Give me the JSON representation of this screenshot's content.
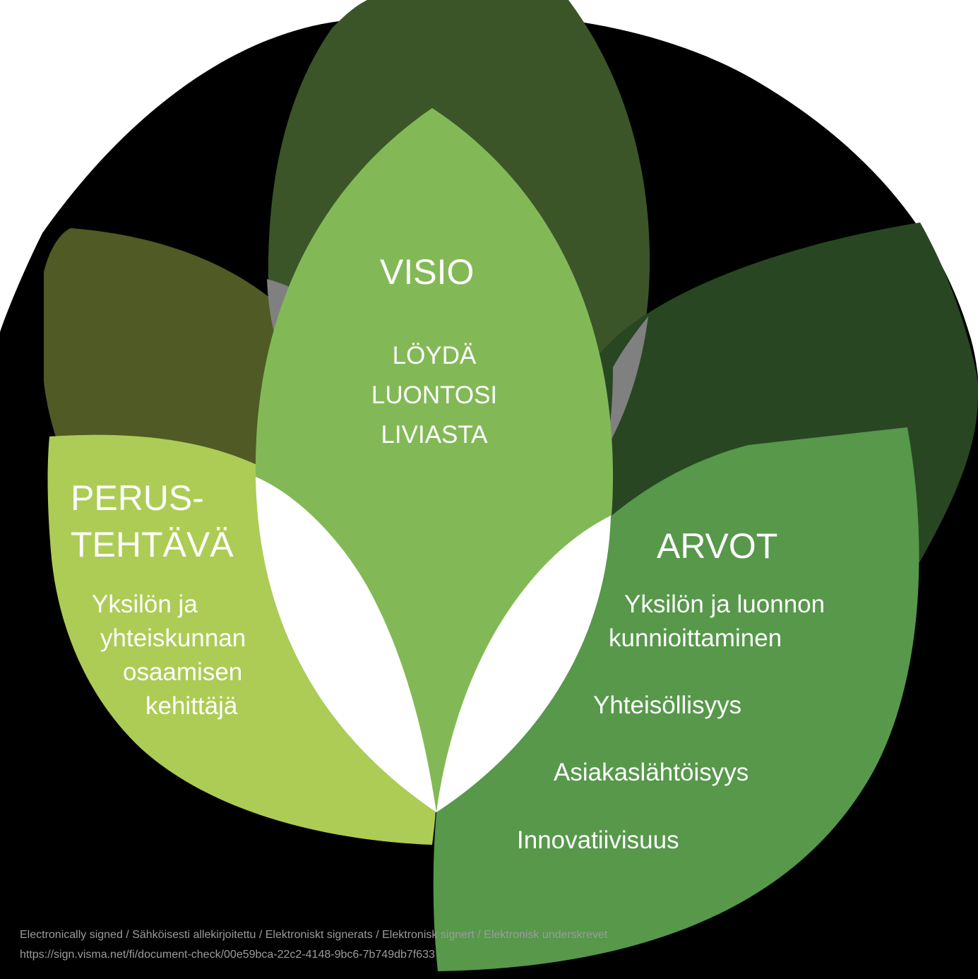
{
  "colors": {
    "background_disc": "#000000",
    "petal_back_top": "#3b5529",
    "petal_back_left": "#4f5a25",
    "petal_back_right": "#294623",
    "overlap_grey": "#808080",
    "petal_visio": "#82b956",
    "petal_perustehtava": "#adcc55",
    "petal_arvot": "#57984b",
    "center_white": "#ffffff",
    "text": "#ffffff",
    "watermark": "#9b9b9b"
  },
  "visio": {
    "title": "VISIO",
    "lines": [
      "LÖYDÄ",
      "LUONTOSI",
      "LIVIASTA"
    ]
  },
  "perustehtava": {
    "title_lines": [
      "PERUS-",
      "TEHTÄVÄ"
    ],
    "lines": [
      "Yksilön ja",
      "yhteiskunnan",
      "osaamisen",
      "kehittäjä"
    ]
  },
  "arvot": {
    "title": "ARVOT",
    "items": [
      [
        "Yksilön ja luonnon",
        "kunnioittaminen"
      ],
      [
        "Yhteisöllisyys"
      ],
      [
        "Asiakaslähtöisyys"
      ],
      [
        "Innovatiivisuus"
      ]
    ]
  },
  "signature": {
    "line1": "Electronically signed / Sähköisesti allekirjoitettu / Elektroniskt signerats / Elektronisk signert / Elektronisk underskrevet",
    "line2": "https://sign.visma.net/fi/document-check/00e59bca-22c2-4148-9bc6-7b749db7f633"
  }
}
